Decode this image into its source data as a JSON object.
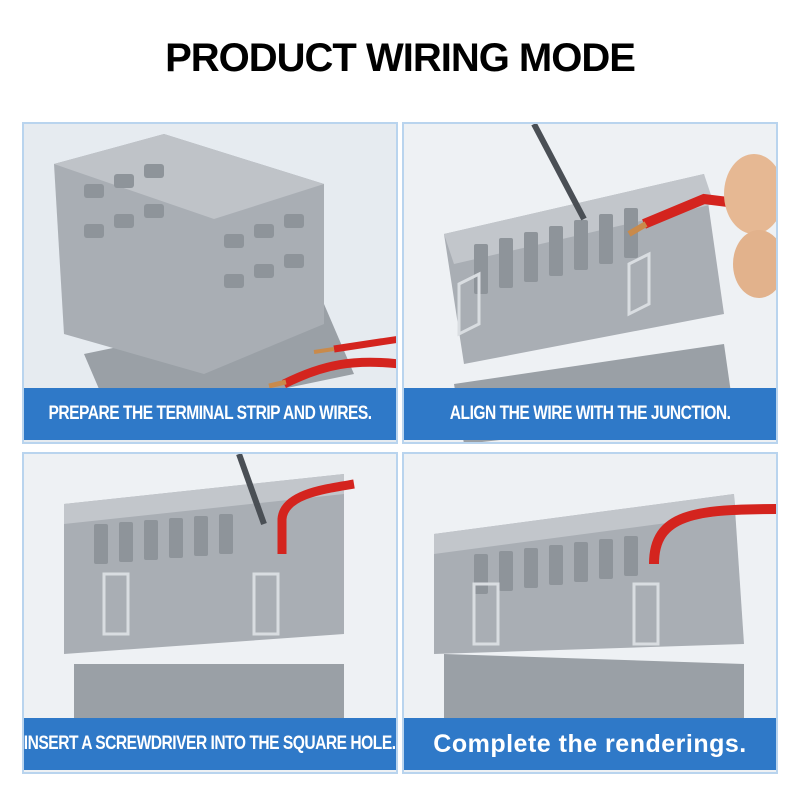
{
  "title": "PRODUCT WIRING MODE",
  "panels": [
    {
      "caption": "PREPARE THE TERMINAL STRIP AND WIRES.",
      "icon": "terminal-block-with-wires"
    },
    {
      "caption": "ALIGN THE WIRE WITH THE JUNCTION.",
      "icon": "screwdriver-in-terminal"
    },
    {
      "caption": "INSERT A SCREWDRIVER INTO THE SQUARE HOLE.",
      "icon": "wire-insertion"
    },
    {
      "caption": "Complete the renderings.",
      "icon": "completed-connection"
    }
  ],
  "colors": {
    "caption_bg": "#2f79c8",
    "terminal": "#a7acb2",
    "wire": "#d4241e",
    "copper": "#c98a4b"
  }
}
